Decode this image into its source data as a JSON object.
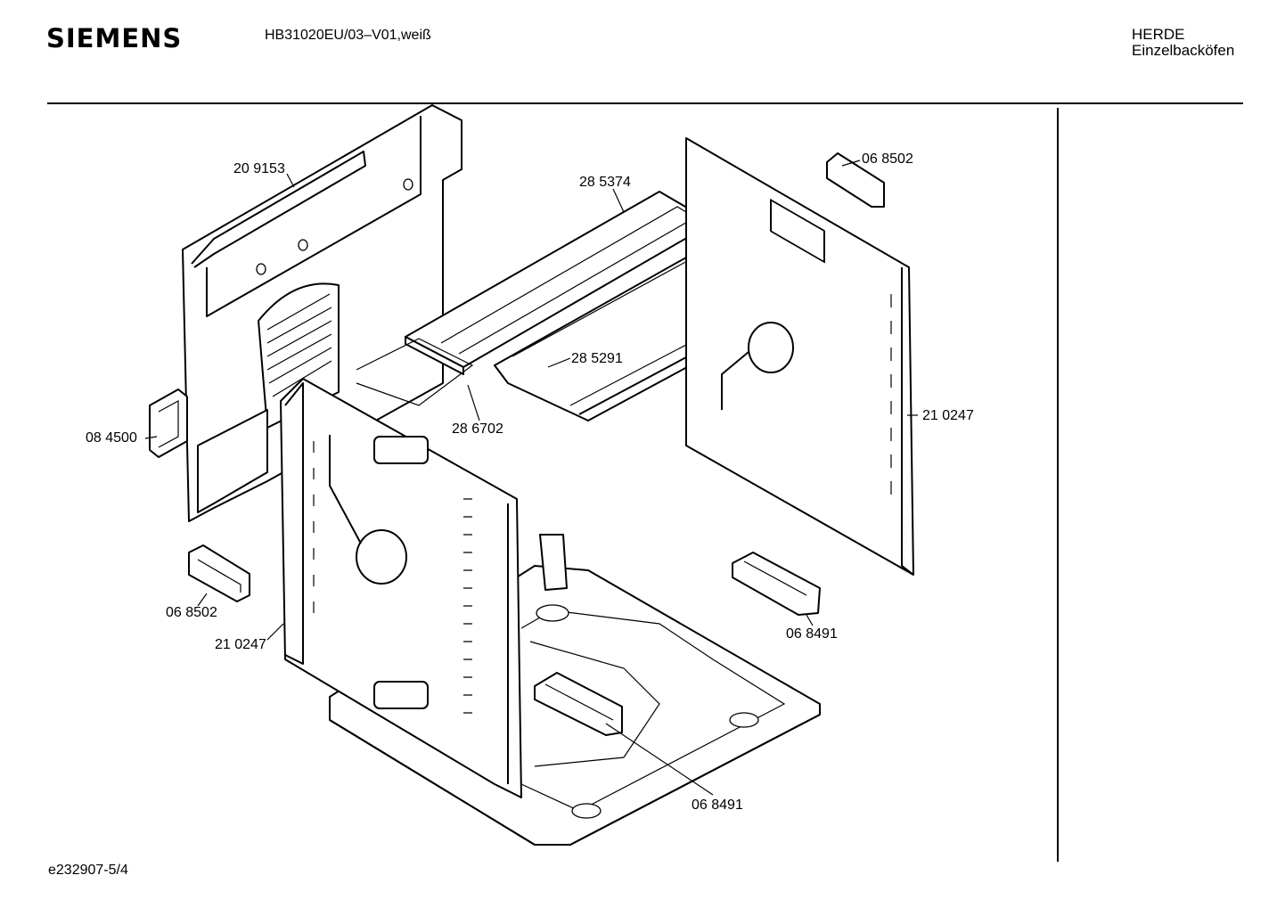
{
  "header": {
    "brand": "SIEMENS",
    "model": "HB31020EU/03–V01,weiß",
    "category_line1": "HERDE",
    "category_line2": "Einzelbacköfen"
  },
  "footer": {
    "drawing_id": "e232907-5/4"
  },
  "parts": [
    {
      "id": "p-209153-back",
      "number": "20 9153"
    },
    {
      "id": "p-068502-top",
      "number": "06 8502"
    },
    {
      "id": "p-285374",
      "number": "28 5374"
    },
    {
      "id": "p-285291",
      "number": "28 5291"
    },
    {
      "id": "p-286702",
      "number": "28 6702"
    },
    {
      "id": "p-084500",
      "number": "08 4500"
    },
    {
      "id": "p-210247-right",
      "number": "21 0247"
    },
    {
      "id": "p-068502-left",
      "number": "06 8502"
    },
    {
      "id": "p-210247-left",
      "number": "21 0247"
    },
    {
      "id": "p-068491-right",
      "number": "06 8491"
    },
    {
      "id": "p-068491-bottom",
      "number": "06 8491"
    }
  ]
}
